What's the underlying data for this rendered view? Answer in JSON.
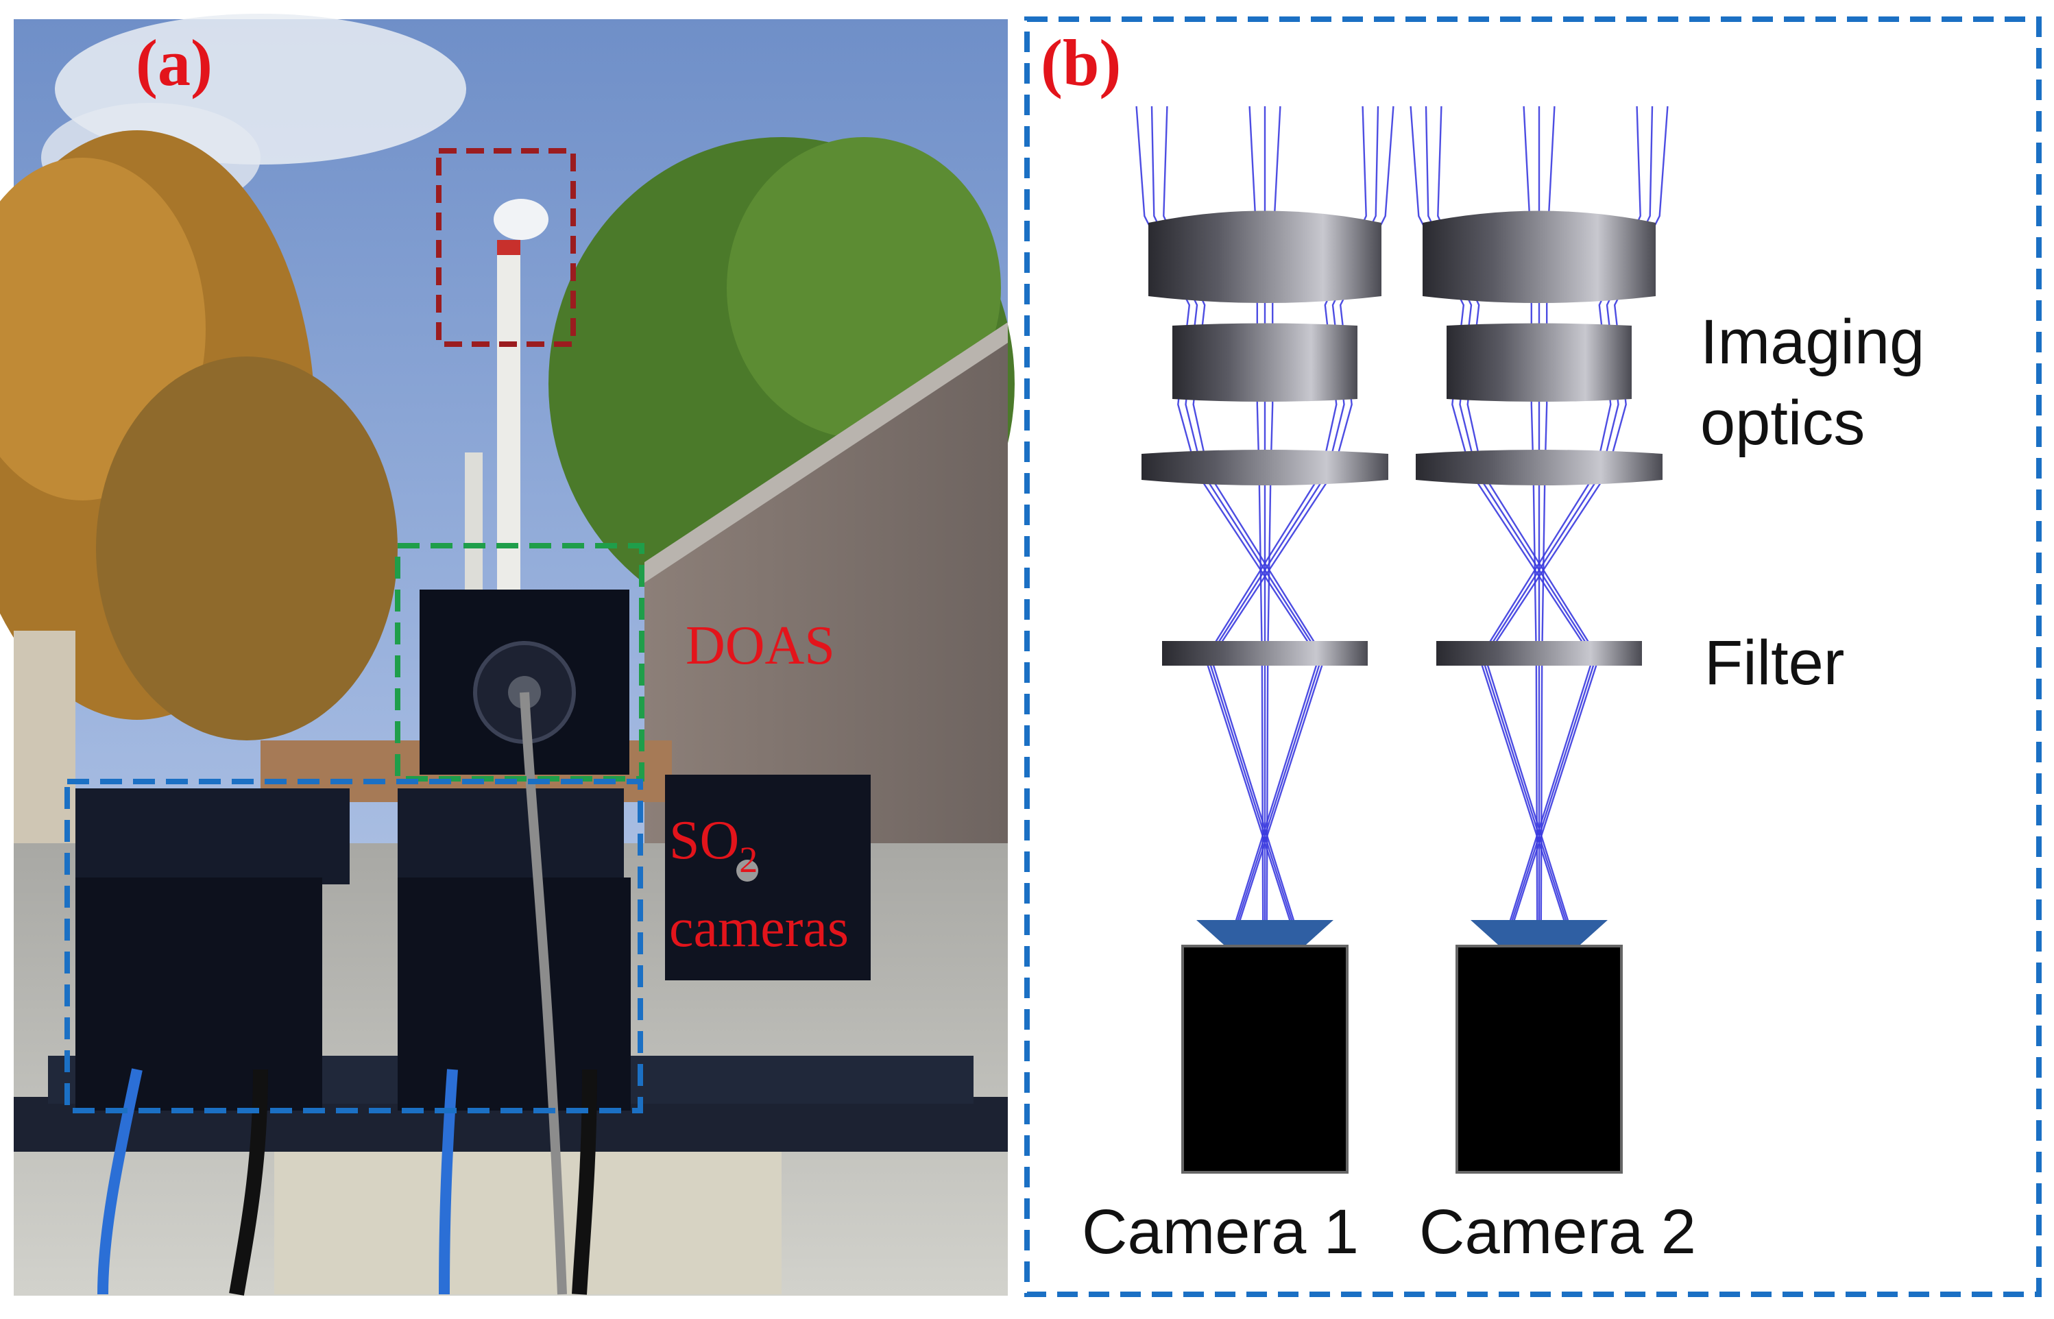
{
  "panel_a": {
    "label": "(a)",
    "doas_label": "DOAS",
    "so2_label_main": "SO",
    "so2_label_sub": "2",
    "cameras_label": "cameras"
  },
  "panel_b": {
    "label": "(b)",
    "imaging_line1": "Imaging",
    "imaging_line2": "optics",
    "filter_label": "Filter",
    "camera1_label": "Camera 1",
    "camera2_label": "Camera 2"
  },
  "colors": {
    "label_red": "#e3141b",
    "box_red": "#9b1c1f",
    "box_green": "#1f9e4a",
    "box_blue": "#1b70c4",
    "ray_blue": "#3a3adf",
    "detector_blue": "#2f5fa3"
  }
}
